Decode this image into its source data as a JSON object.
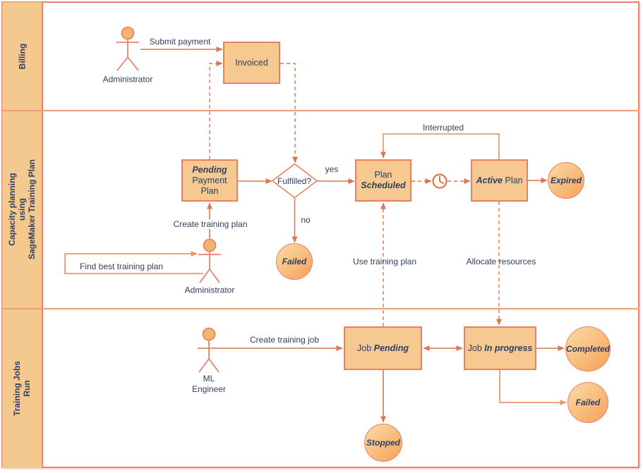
{
  "diagram_type": "swimlane-state-diagram",
  "colors": {
    "lane_fill": "#F4C98F",
    "node_fill": "#F5C98F",
    "pool_border": "#E8826B",
    "arrow": "#E0744F",
    "arrow_light": "#F0A485",
    "text": "#2F3E62",
    "circle_gradient_start": "#FBDCA6",
    "circle_gradient_end": "#F6A159",
    "decision_fill": "#FFFFFF"
  },
  "lanes": [
    {
      "id": "billing",
      "lines": [
        "Billing"
      ]
    },
    {
      "id": "capacity-planning",
      "lines": [
        "Capacity planning",
        "using",
        "SageMaker Training Plan"
      ]
    },
    {
      "id": "training-jobs-run",
      "lines": [
        "Training Jobs",
        "Run"
      ]
    }
  ],
  "actors": [
    {
      "id": "administrator-billing",
      "label": "Administrator"
    },
    {
      "id": "administrator-capacity",
      "label": "Administrator"
    },
    {
      "id": "ml-engineer",
      "lines": [
        "ML",
        "Engineer"
      ]
    }
  ],
  "nodes": {
    "invoiced": {
      "label": "Invoiced"
    },
    "pending_payment_plan": {
      "state": "Pending",
      "line2": "Payment",
      "line3": "Plan"
    },
    "fulfilled": {
      "label": "Fulfilled?"
    },
    "plan_scheduled": {
      "line1": "Plan",
      "state": "Scheduled"
    },
    "active_plan": {
      "state": "Active",
      "rest": " Plan"
    },
    "expired": {
      "label": "Expired"
    },
    "failed_plan": {
      "label": "Failed"
    },
    "job_pending": {
      "prefix": "Job ",
      "state": "Pending"
    },
    "job_in_progress": {
      "prefix": "Job ",
      "state": "In progress"
    },
    "completed": {
      "label": "Completed"
    },
    "failed_job": {
      "label": "Failed"
    },
    "stopped": {
      "label": "Stopped"
    }
  },
  "edges": {
    "submit_payment": "Submit payment",
    "yes": "yes",
    "no": "no",
    "interrupted": "Interrupted",
    "create_training_plan": "Create training plan",
    "find_best_training_plan": "Find best training plan",
    "use_training_plan": "Use training plan",
    "allocate_resources": "Allocate resources",
    "create_training_job": "Create training job"
  }
}
